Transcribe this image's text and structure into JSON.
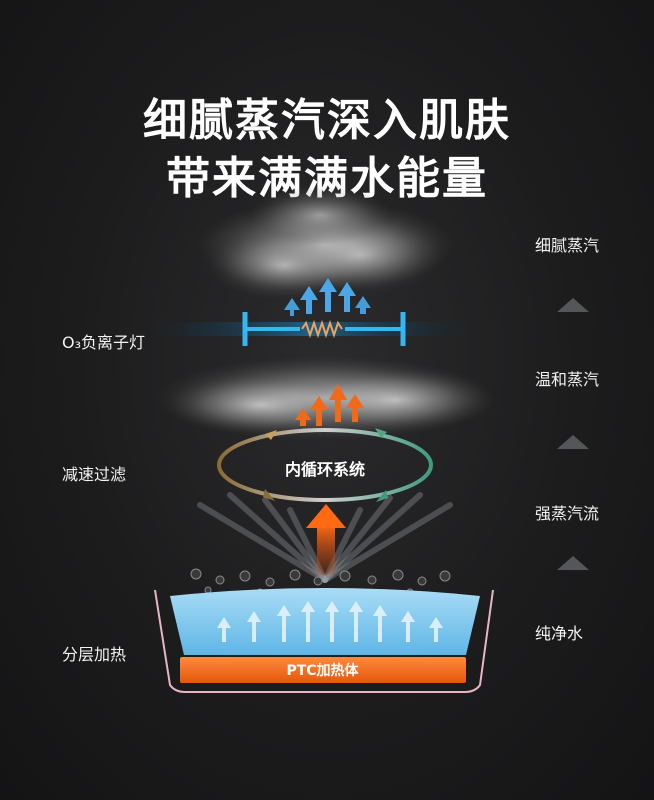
{
  "headline": {
    "line1": "细腻蒸汽深入肌肤",
    "line2": "带来满满水能量"
  },
  "left_labels": {
    "o3_lamp": "O₃负离子灯",
    "filter": "减速过滤",
    "heating": "分层加热"
  },
  "right_labels": {
    "fine_steam": "细腻蒸汽",
    "warm_steam": "温和蒸汽",
    "strong_steam": "强蒸汽流",
    "pure_water": "纯净水"
  },
  "cycle_label": "内循环系统",
  "ptc_label": "PTC加热体",
  "lamp_wave_text": "VVVVV",
  "colors": {
    "background": "#1c1c1d",
    "lamp_blue": "#35b8f0",
    "arrow_blue": "#4aa8e8",
    "arrow_orange": "#f06a1a",
    "water_top": "#a9dcf6",
    "water_bottom": "#5fb6e6",
    "ptc_orange": "#f46a12",
    "pot_outline": "#e7b5c6",
    "cycle_gradient": [
      "#7a6a3a",
      "#4f8f7a"
    ],
    "triangle": "#55565a"
  },
  "icons": [
    "up-arrow-icon",
    "triangle-up-icon",
    "cycle-arrow-icon",
    "bubble-icon"
  ]
}
